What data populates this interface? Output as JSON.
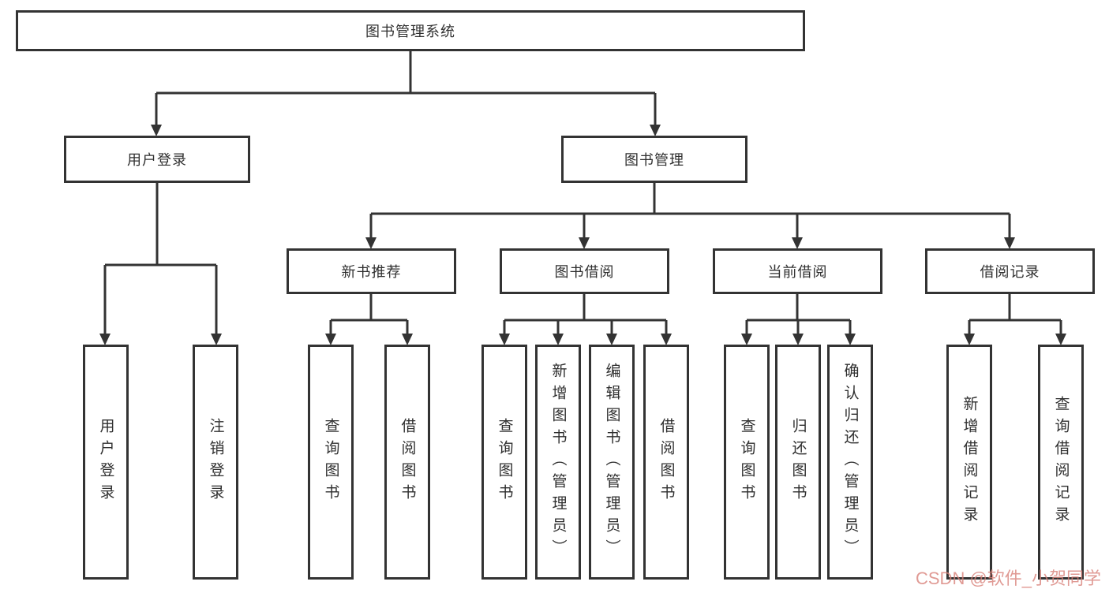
{
  "tree": {
    "root": {
      "label": "图书管理系统",
      "children": [
        {
          "label": "用户登录",
          "children": [
            {
              "label": "用户登录"
            },
            {
              "label": "注销登录"
            }
          ]
        },
        {
          "label": "图书管理",
          "children": [
            {
              "label": "新书推荐",
              "children": [
                {
                  "label": "查询图书"
                },
                {
                  "label": "借阅图书"
                }
              ]
            },
            {
              "label": "图书借阅",
              "children": [
                {
                  "label": "查询图书"
                },
                {
                  "label": "新增图书（管理员）"
                },
                {
                  "label": "编辑图书（管理员）"
                },
                {
                  "label": "借阅图书"
                }
              ]
            },
            {
              "label": "当前借阅",
              "children": [
                {
                  "label": "查询图书"
                },
                {
                  "label": "归还图书"
                },
                {
                  "label": "确认归还（管理员）"
                }
              ]
            },
            {
              "label": "借阅记录",
              "children": [
                {
                  "label": "新增借阅记录"
                },
                {
                  "label": "查询借阅记录"
                }
              ]
            }
          ]
        }
      ]
    }
  },
  "watermark": {
    "text": "CSDN @软件_小贺同学"
  },
  "colors": {
    "line": "#333333",
    "text": "#2f2f2f",
    "watermark": "#d9827a",
    "background": "#ffffff"
  }
}
